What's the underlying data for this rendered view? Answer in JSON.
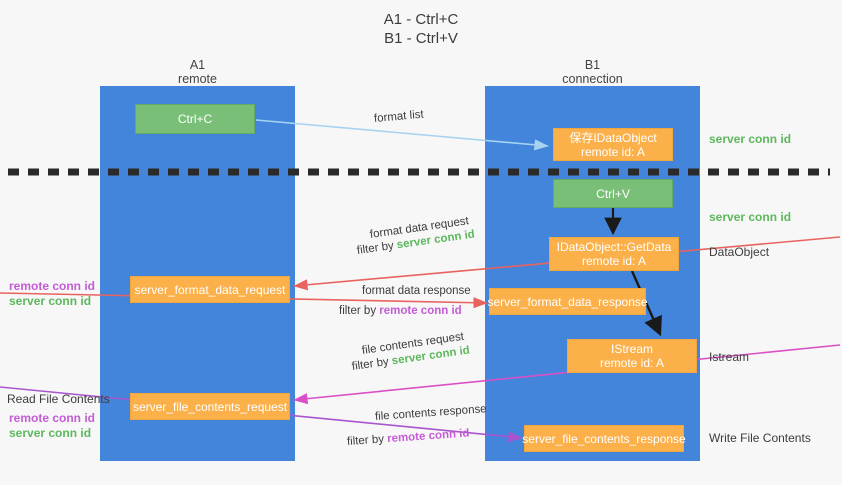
{
  "header": {
    "line1": "A1 - Ctrl+C",
    "line2": "B1 - Ctrl+V"
  },
  "lanes": [
    {
      "id": "a1",
      "title_line1": "A1",
      "title_line2": "remote"
    },
    {
      "id": "b1",
      "title_line1": "B1",
      "title_line2": "connection"
    }
  ],
  "boxes": {
    "ctrl_c": {
      "label": "Ctrl+C"
    },
    "ctrl_v": {
      "label": "Ctrl+V"
    },
    "save_idataobject": {
      "line1": "保存IDataObject",
      "line2": "remote id: A"
    },
    "getdata": {
      "line1": "IDataObject::GetData",
      "line2": "remote id: A"
    },
    "istream": {
      "line1": "IStream",
      "line2": "remote id: A"
    },
    "server_format_data_request": {
      "label": "server_format_data_request"
    },
    "server_format_data_response": {
      "label": "server_format_data_response"
    },
    "server_file_contents_request": {
      "label": "server_file_contents_request"
    },
    "server_file_contents_response": {
      "label": "server_file_contents_response"
    }
  },
  "arrow_labels": {
    "format_list": "format list",
    "format_data_request": "format data request",
    "format_data_request_filter_prefix": "filter by ",
    "format_data_request_filter_value": "server conn id",
    "format_data_response": "format data response",
    "format_data_response_filter_prefix": "filter by ",
    "format_data_response_filter_value": "remote conn id",
    "file_contents_request": "file contents request",
    "file_contents_request_filter_prefix": "filter by ",
    "file_contents_request_filter_value": "server conn id",
    "file_contents_response": "file contents response",
    "file_contents_response_filter_prefix": "filter by ",
    "file_contents_response_filter_value": "remote conn id"
  },
  "right_labels": {
    "server_conn_id_1": "server conn id",
    "server_conn_id_2": "server conn id",
    "dataobject": "DataObject",
    "istream": "Istream",
    "write_file_contents": "Write File Contents"
  },
  "left_labels": {
    "remote_conn_id_1": "remote conn id",
    "server_conn_id_1": "server conn id",
    "read_file_contents": "Read File Contents",
    "remote_conn_id_2": "remote conn id",
    "server_conn_id_2": "server conn id"
  },
  "colors": {
    "lane": "#4285db",
    "green_box": "#79bf77",
    "orange_box": "#fbb04a",
    "green_text": "#5cb85c",
    "purple_text": "#c45cd6",
    "blue_arrow": "#a7d3f0",
    "red_arrow": "#e8635f",
    "magenta_arrow": "#d94fc6",
    "purple_arrow": "#a855cf",
    "black_arrow": "#1a1a1a",
    "divider": "#2a2a2a"
  }
}
